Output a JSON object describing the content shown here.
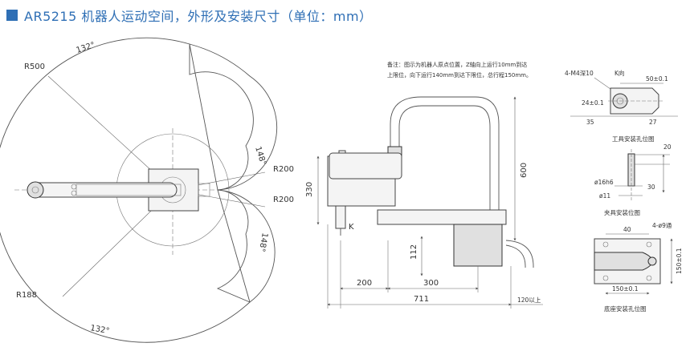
{
  "title": "AR5215 机器人运动空间，外形及安装尺寸（单位：mm）",
  "colors": {
    "accent": "#2f6fb5",
    "line": "#555555"
  },
  "left_view": {
    "radius_labels": [
      "R500",
      "R200",
      "R200",
      "R188"
    ],
    "angle_labels": [
      "132°",
      "148°",
      "148°",
      "132°"
    ]
  },
  "side_view": {
    "note_line1": "备注：图示为机器人原点位置，Z轴向上运行10mm到达",
    "note_line2": "上限位，向下运行140mm到达下限位，总行程150mm。",
    "dims": {
      "d330": "330",
      "d600": "600",
      "d112": "112",
      "d200": "200",
      "d300": "300",
      "d711": "711",
      "d120": "120以上",
      "k": "K"
    }
  },
  "tool_mount": {
    "label_m4": "4-M4深10",
    "label_kview": "K向",
    "d50": "50±0.1",
    "d24": "24±0.1",
    "d35": "35",
    "d27": "27",
    "caption": "工具安装孔位图"
  },
  "fixture": {
    "d20": "20",
    "d16": "ø16h6",
    "d30": "30",
    "d11": "ø11",
    "caption": "夹具安装位图"
  },
  "base_mount": {
    "d40": "40",
    "d9": "4-ø9通",
    "d150v": "150±0.1",
    "d150h": "150±0.1",
    "caption": "底座安装孔位图"
  }
}
